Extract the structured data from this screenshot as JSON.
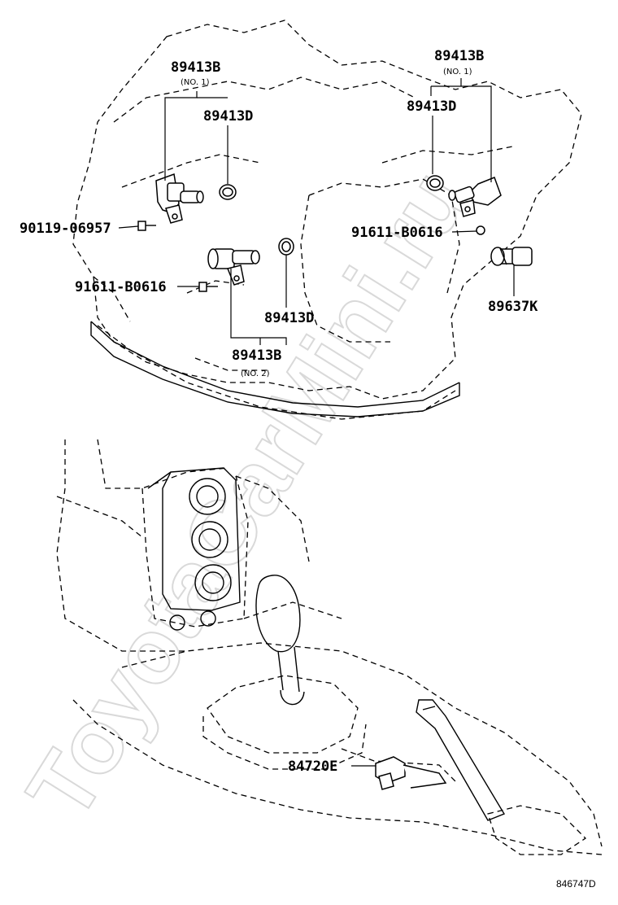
{
  "watermark": "ToyotaCarMini.ru",
  "diagram_code": "846747D",
  "callouts": {
    "upper_left_sensor": "89413B",
    "upper_left_sensor_note": "(NO. 1)",
    "upper_left_oring": "89413D",
    "left_bolt": "90119-06957",
    "right_sensor": "89413B",
    "right_sensor_note": "(NO. 1)",
    "right_oring": "89413D",
    "right_bolt": "91611-B0616",
    "speed_sensor": "89637K",
    "lower_bolt": "91611-B0616",
    "lower_oring": "89413D",
    "lower_sensor": "89413B",
    "lower_sensor_note": "(NO. 2)",
    "shift_switch": "84720E"
  }
}
